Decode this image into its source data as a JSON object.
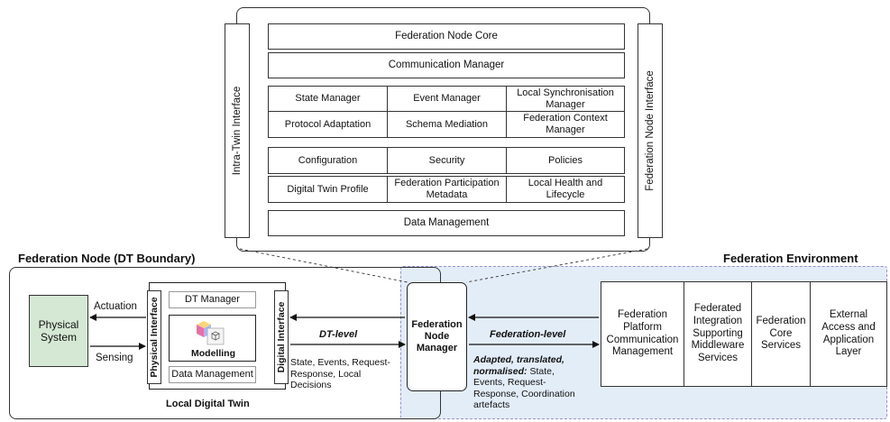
{
  "core": {
    "left_interface": "Intra-Twin Interface",
    "right_interface": "Federation Node Interface",
    "node_core": "Federation Node Core",
    "comm_manager": "Communication Manager",
    "grid": [
      [
        "State Manager",
        "Event Manager",
        "Local Synchronisation Manager"
      ],
      [
        "Protocol Adaptation",
        "Schema Mediation",
        "Federation Context Manager"
      ],
      [
        "Configuration",
        "Security",
        "Policies"
      ],
      [
        "Digital Twin Profile",
        "Federation Participation Metadata",
        "Local Health and Lifecycle"
      ]
    ],
    "data_management": "Data Management"
  },
  "node": {
    "title": "Federation Node (DT Boundary)",
    "physical_system": "Physical System",
    "actuation": "Actuation",
    "sensing": "Sensing",
    "physical_interface": "Physical Interface",
    "digital_interface": "Digital Interface",
    "dt_manager": "DT Manager",
    "modelling": "Modelling",
    "data_management": "Data Management",
    "local_dt": "Local Digital Twin",
    "dt_level": "DT-level",
    "dt_level_desc": "State, Events, Request-Response, Local Decisions",
    "fnm": "Federation Node Manager"
  },
  "env": {
    "title": "Federation Environment",
    "federation_level": "Federation-level",
    "adapted_bold": "Adapted, translated, normalised:",
    "adapted_rest": "State, Events, Request-Response, Coordination artefacts",
    "services": [
      "Federation Platform Communication Management",
      "Federated Integration Supporting Middleware Services",
      "Federation Core Services",
      "External Access and Application Layer"
    ]
  },
  "colors": {
    "physical_fill": "#d5e8d4",
    "env_fill": "#e3edf8",
    "env_border": "#9a8fc7"
  }
}
